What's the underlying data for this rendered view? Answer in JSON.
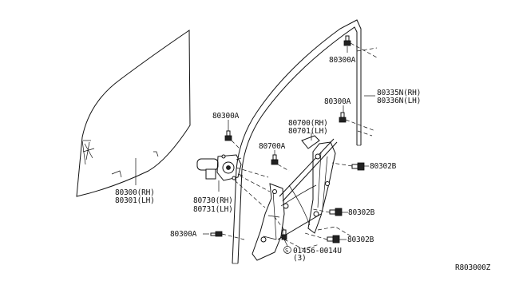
{
  "diagram": {
    "labels": {
      "p80300_top": "80300A",
      "p80335": "80335N(RH)",
      "p80336": "80336N(LH)",
      "p80300_mid": "80300A",
      "p80300_left": "80300A",
      "p80700": "80700(RH)",
      "p80701": "80701(LH)",
      "p80700a": "80700A",
      "p80302_a": "80302B",
      "p80730": "80730(RH)",
      "p80731": "80731(LH)",
      "p80300_rh": "80300(RH)",
      "p80301_lh": "80301(LH)",
      "p80302_b": "80302B",
      "p80302_c": "80302B",
      "p80300_bottom": "80300A",
      "p01456": "01456-0014U",
      "p01456_qty": "(3)",
      "s_mark": "S",
      "ref_code": "R803000Z"
    }
  }
}
